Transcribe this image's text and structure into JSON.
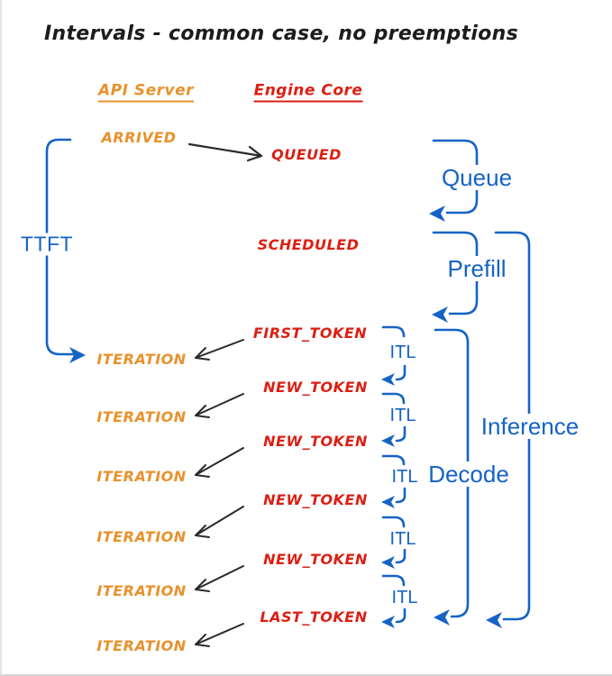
{
  "title": "Intervals - common case, no preemptions",
  "headers": {
    "api_server": "API Server",
    "engine_core": "Engine Core"
  },
  "events": {
    "arrived": "ARRIVED",
    "queued": "QUEUED",
    "scheduled": "SCHEDULED"
  },
  "token_rows": [
    {
      "token": "FIRST_TOKEN",
      "iteration": "ITERATION"
    },
    {
      "token": "NEW_TOKEN",
      "iteration": "ITERATION"
    },
    {
      "token": "NEW_TOKEN",
      "iteration": "ITERATION"
    },
    {
      "token": "NEW_TOKEN",
      "iteration": "ITERATION"
    },
    {
      "token": "NEW_TOKEN",
      "iteration": "ITERATION"
    },
    {
      "token": "LAST_TOKEN",
      "iteration": "ITERATION"
    }
  ],
  "interval_labels": {
    "ttft": "TTFT",
    "queue": "Queue",
    "prefill": "Prefill",
    "decode": "Decode",
    "inference": "Inference"
  },
  "itl_labels": [
    "ITL",
    "ITL",
    "ITL",
    "ITL",
    "ITL"
  ],
  "colors": {
    "orange": "#E8912C",
    "red": "#DB1F13",
    "blue": "#1563C5",
    "black": "#2A2A2A"
  }
}
